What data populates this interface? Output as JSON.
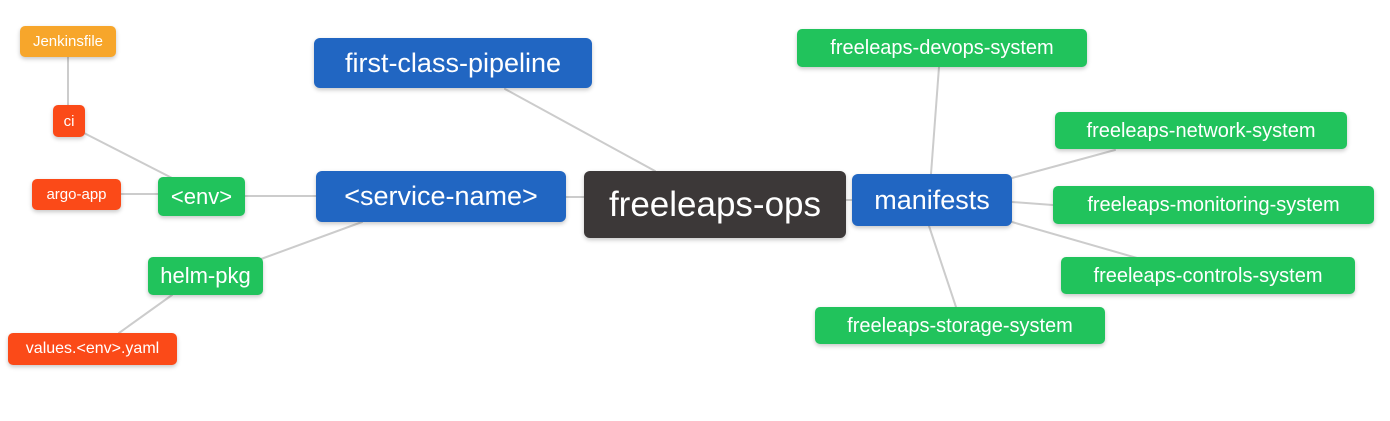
{
  "diagram": {
    "type": "mindmap",
    "root": "freeleaps-ops"
  },
  "palette": {
    "blue": "#2166c2",
    "green": "#21c35c",
    "red": "#fb4a18",
    "amber": "#f7a62b",
    "dark": "#3c3838",
    "node_text": "#ffffff",
    "edge": "#cccccc",
    "background": "#ffffff"
  },
  "nodes": [
    {
      "id": "jenkinsfile",
      "label": "Jenkinsfile",
      "color": "amber"
    },
    {
      "id": "ci",
      "label": "ci",
      "color": "red"
    },
    {
      "id": "argo-app",
      "label": "argo-app",
      "color": "red"
    },
    {
      "id": "env",
      "label": "<env>",
      "color": "green"
    },
    {
      "id": "helm-pkg",
      "label": "helm-pkg",
      "color": "green"
    },
    {
      "id": "values-env-yaml",
      "label": "values.<env>.yaml",
      "color": "red"
    },
    {
      "id": "first-class-pipeline",
      "label": "first-class-pipeline",
      "color": "blue"
    },
    {
      "id": "service-name",
      "label": "<service-name>",
      "color": "blue"
    },
    {
      "id": "freeleaps-ops",
      "label": "freeleaps-ops",
      "color": "dark"
    },
    {
      "id": "manifests",
      "label": "manifests",
      "color": "blue"
    },
    {
      "id": "freeleaps-devops-system",
      "label": "freeleaps-devops-system",
      "color": "green"
    },
    {
      "id": "freeleaps-network-system",
      "label": "freeleaps-network-system",
      "color": "green"
    },
    {
      "id": "freeleaps-monitoring-system",
      "label": "freeleaps-monitoring-system",
      "color": "green"
    },
    {
      "id": "freeleaps-controls-system",
      "label": "freeleaps-controls-system",
      "color": "green"
    },
    {
      "id": "freeleaps-storage-system",
      "label": "freeleaps-storage-system",
      "color": "green"
    }
  ],
  "edges": [
    {
      "from": "jenkinsfile",
      "to": "ci"
    },
    {
      "from": "ci",
      "to": "env"
    },
    {
      "from": "argo-app",
      "to": "env"
    },
    {
      "from": "env",
      "to": "service-name"
    },
    {
      "from": "helm-pkg",
      "to": "service-name"
    },
    {
      "from": "values-env-yaml",
      "to": "helm-pkg"
    },
    {
      "from": "service-name",
      "to": "freeleaps-ops"
    },
    {
      "from": "first-class-pipeline",
      "to": "freeleaps-ops"
    },
    {
      "from": "freeleaps-ops",
      "to": "manifests"
    },
    {
      "from": "manifests",
      "to": "freeleaps-devops-system"
    },
    {
      "from": "manifests",
      "to": "freeleaps-network-system"
    },
    {
      "from": "manifests",
      "to": "freeleaps-monitoring-system"
    },
    {
      "from": "manifests",
      "to": "freeleaps-controls-system"
    },
    {
      "from": "manifests",
      "to": "freeleaps-storage-system"
    }
  ]
}
